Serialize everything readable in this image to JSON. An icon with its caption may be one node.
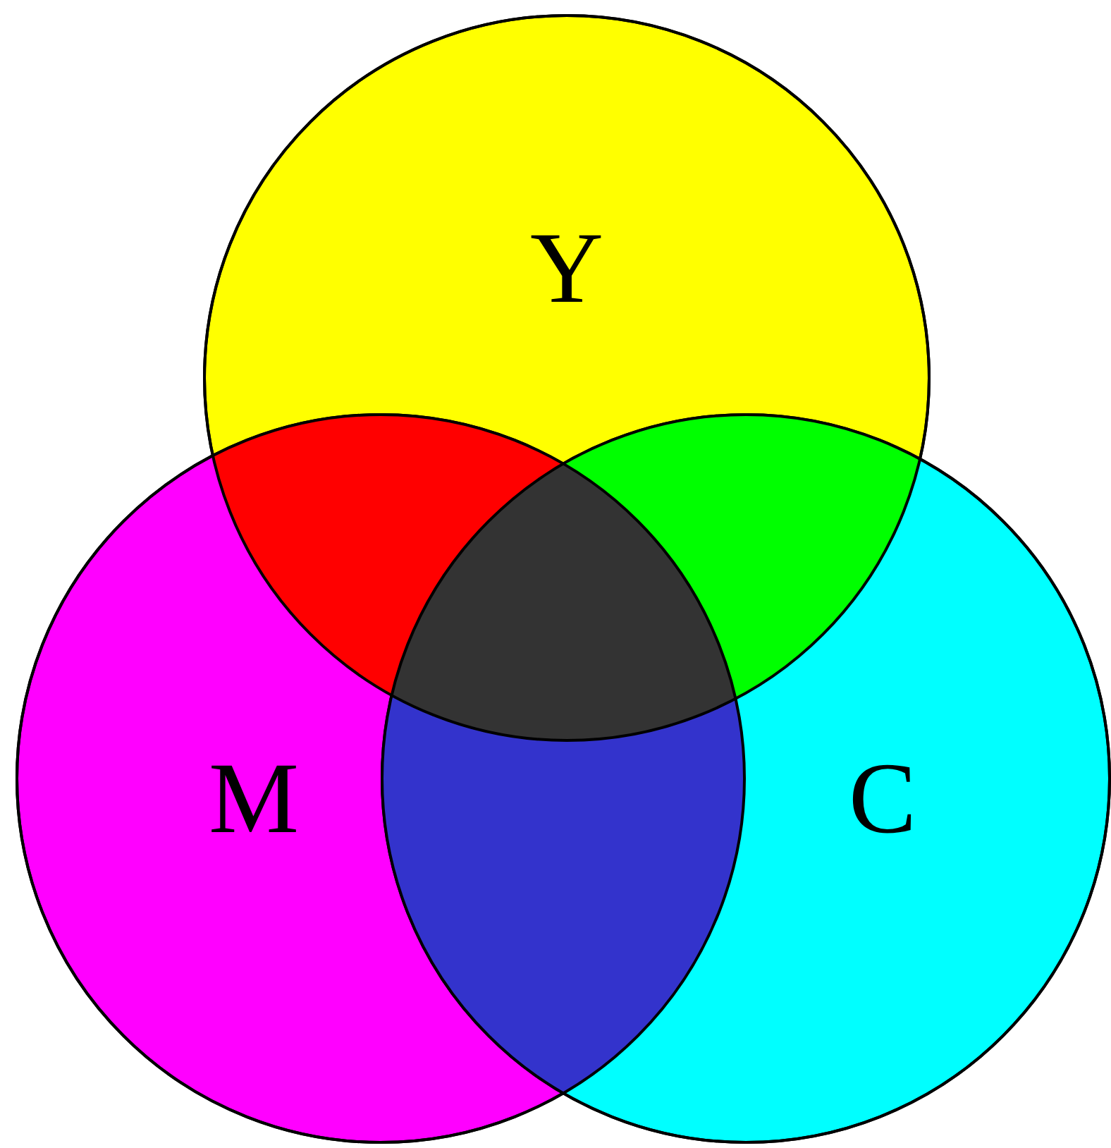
{
  "diagram": {
    "nodes": [
      {
        "text": [
          "Y"
        ]
      },
      {
        "text": [
          "M"
        ]
      },
      {
        "text": [
          "C"
        ]
      }
    ]
  }
}
